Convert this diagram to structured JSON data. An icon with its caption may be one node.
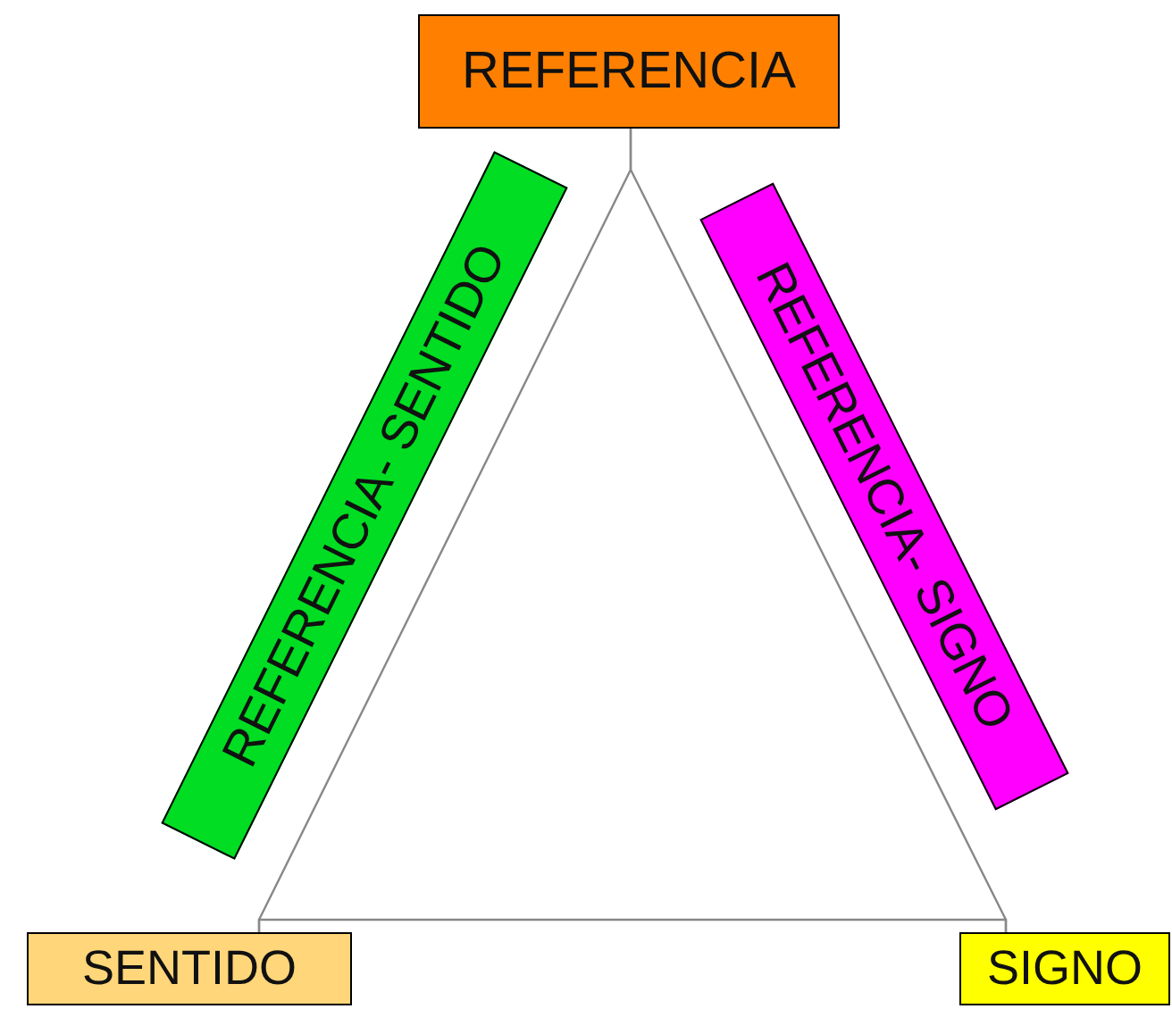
{
  "diagram": {
    "nodes": [
      {
        "text": [
          "REFERENCIA"
        ]
      },
      {
        "text": [
          "SENTIDO"
        ]
      },
      {
        "text": [
          "SIGNO"
        ]
      }
    ],
    "edges": [
      {
        "from": 0,
        "to": 1,
        "arrow": "none",
        "label": "REFERENCIA- SENTIDO"
      },
      {
        "from": 0,
        "to": 2,
        "arrow": "none",
        "label": "REFERENCIA- SIGNO"
      },
      {
        "from": 1,
        "to": 2,
        "arrow": "none"
      }
    ]
  }
}
